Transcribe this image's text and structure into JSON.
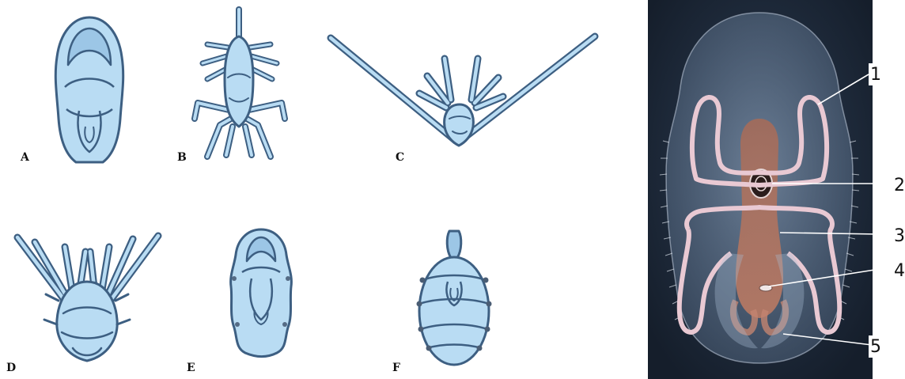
{
  "figures": [
    {
      "label": "A"
    },
    {
      "label": "B"
    },
    {
      "label": "C"
    },
    {
      "label": "D"
    },
    {
      "label": "E"
    },
    {
      "label": "F"
    }
  ],
  "callouts": [
    {
      "label": "1"
    },
    {
      "label": "2"
    },
    {
      "label": "3"
    },
    {
      "label": "4"
    },
    {
      "label": "5"
    }
  ],
  "colors": {
    "larva_fill": "#b9dcf3",
    "larva_stroke": "#3d5f82",
    "panel_bg": "#1d2a3c",
    "gut": "#b06a52",
    "ciliated_band": "#e9c9d3"
  }
}
